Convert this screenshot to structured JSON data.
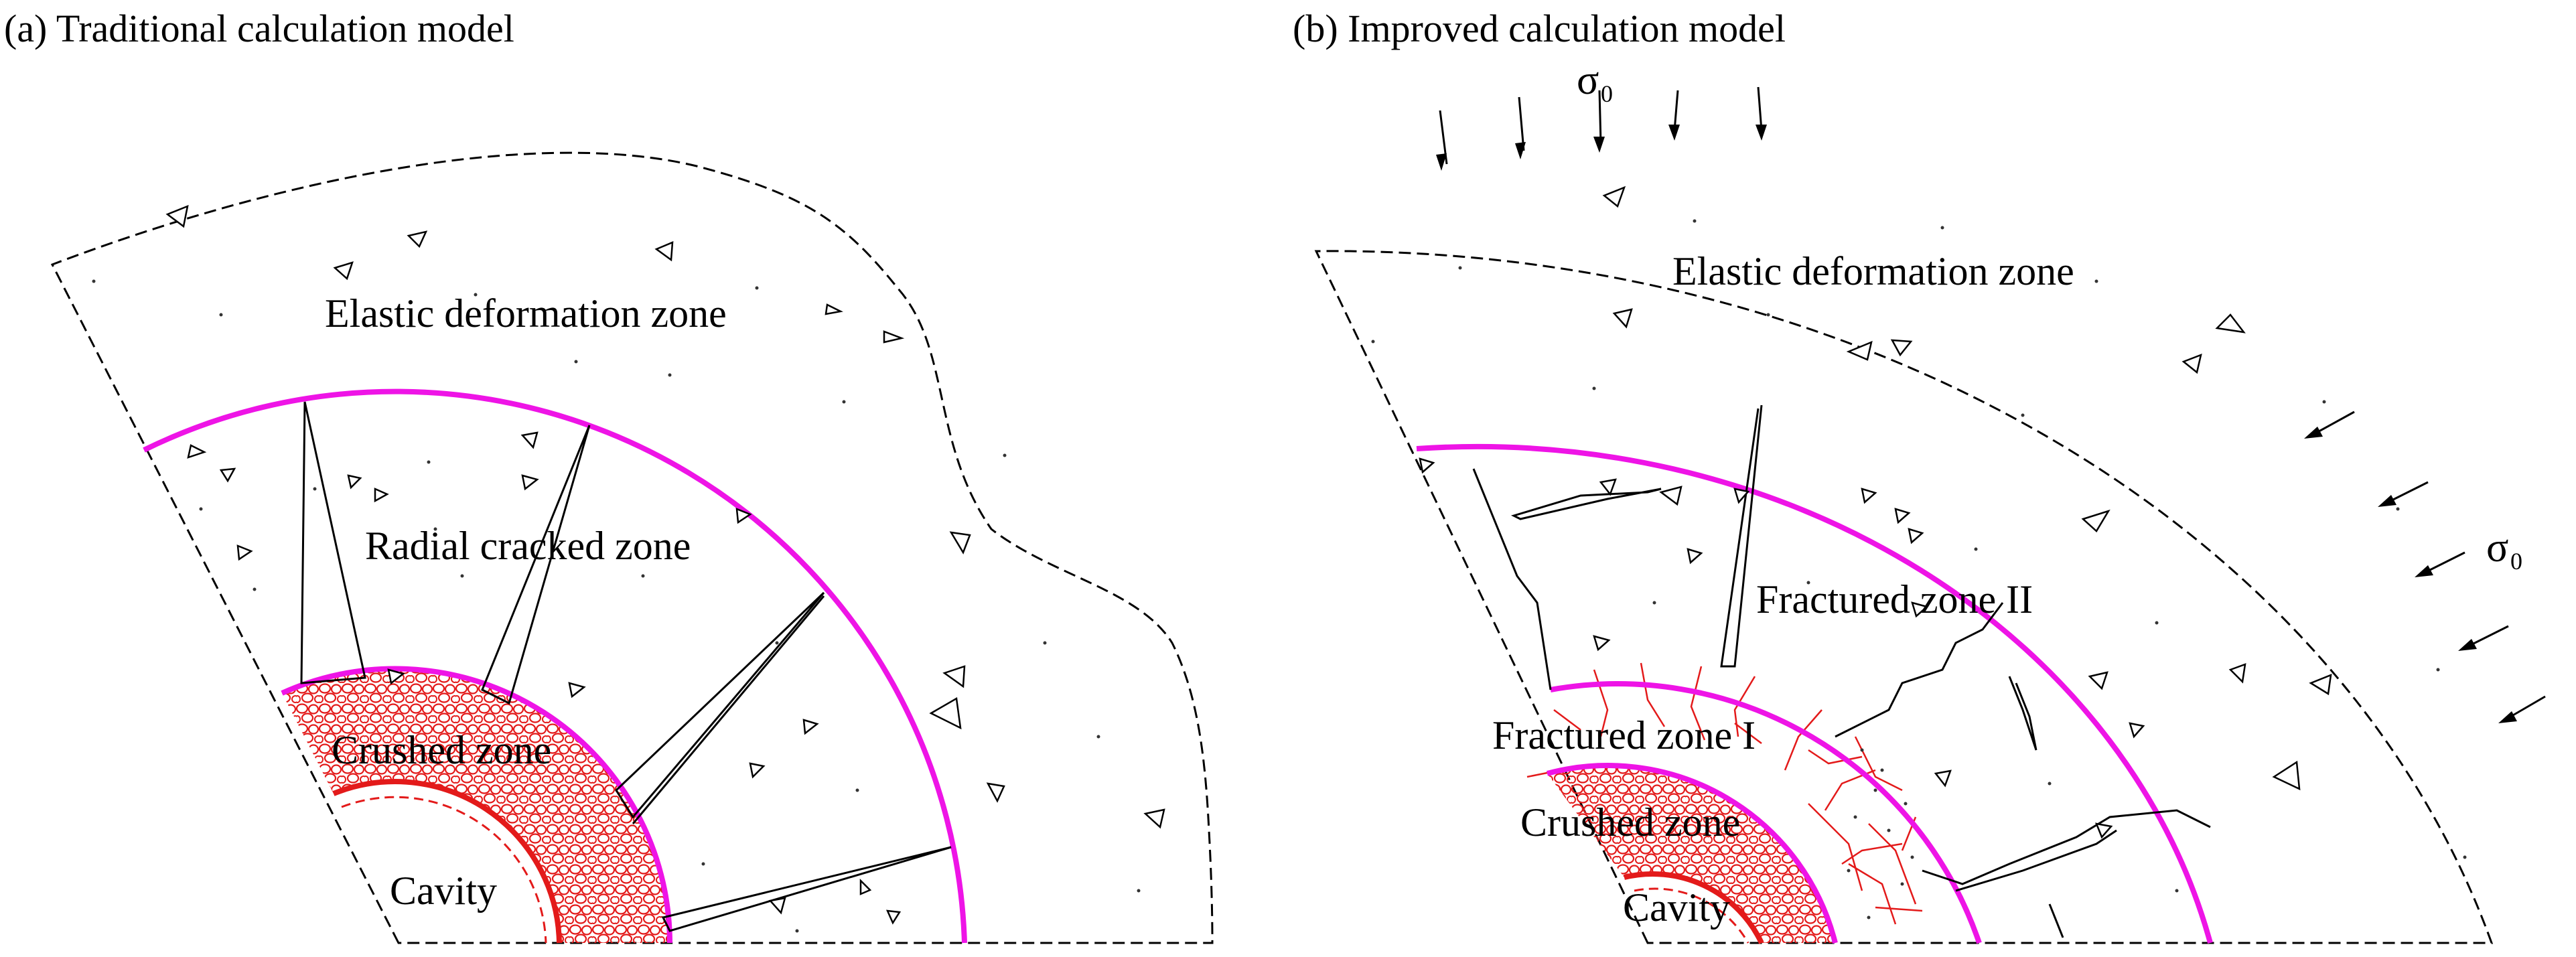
{
  "panel_a": {
    "caption": "(a) Traditional calculation model",
    "zones": {
      "elastic": "Elastic deformation zone",
      "radial": "Radial cracked zone",
      "crushed": "Crushed zone",
      "cavity": "Cavity"
    }
  },
  "panel_b": {
    "caption": "(b) Improved calculation model",
    "zones": {
      "elastic": "Elastic deformation zone",
      "fractured2": "Fractured zone II",
      "fractured1": "Fractured zone I",
      "crushed": "Crushed zone",
      "cavity": "Cavity"
    },
    "stress": {
      "symbol": "σ",
      "subscript": "0"
    }
  },
  "colors": {
    "boundary": "#ee14e6",
    "crushed": "#e31a1a",
    "lines": "#000000"
  }
}
